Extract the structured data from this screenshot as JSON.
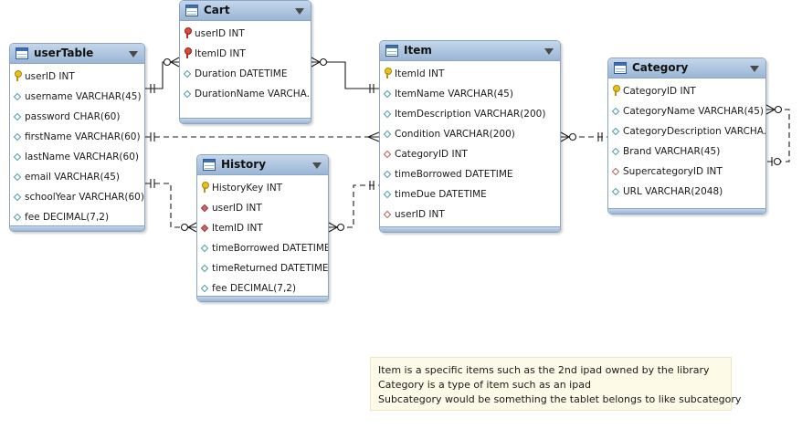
{
  "tables": [
    {
      "id": "userTable",
      "title": "userTable",
      "columns": [
        {
          "kind": "pk",
          "text": "userID INT"
        },
        {
          "kind": "attr",
          "text": "username VARCHAR(45)"
        },
        {
          "kind": "attr",
          "text": "password CHAR(60)"
        },
        {
          "kind": "attr",
          "text": "firstName VARCHAR(60)"
        },
        {
          "kind": "attr",
          "text": "lastName VARCHAR(60)"
        },
        {
          "kind": "attr",
          "text": "email VARCHAR(45)"
        },
        {
          "kind": "attr",
          "text": "schoolYear VARCHAR(60)"
        },
        {
          "kind": "attr",
          "text": "fee DECIMAL(7,2)"
        }
      ]
    },
    {
      "id": "Cart",
      "title": "Cart",
      "columns": [
        {
          "kind": "pkfk",
          "text": "userID INT"
        },
        {
          "kind": "pkfk",
          "text": "ItemID INT"
        },
        {
          "kind": "attr",
          "text": "Duration DATETIME"
        },
        {
          "kind": "attr",
          "text": "DurationName VARCHA..."
        }
      ]
    },
    {
      "id": "History",
      "title": "History",
      "columns": [
        {
          "kind": "pk",
          "text": "HistoryKey INT"
        },
        {
          "kind": "fk",
          "text": "userID INT"
        },
        {
          "kind": "fk",
          "text": "ItemID INT"
        },
        {
          "kind": "attr",
          "text": "timeBorrowed DATETIME"
        },
        {
          "kind": "attr",
          "text": "timeReturned DATETIME"
        },
        {
          "kind": "attr",
          "text": "fee DECIMAL(7,2)"
        }
      ]
    },
    {
      "id": "Item",
      "title": "Item",
      "columns": [
        {
          "kind": "pk",
          "text": "ItemId INT"
        },
        {
          "kind": "attr",
          "text": "ItemName VARCHAR(45)"
        },
        {
          "kind": "attr",
          "text": "ItemDescription VARCHAR(200)"
        },
        {
          "kind": "attr",
          "text": "Condition VARCHAR(200)"
        },
        {
          "kind": "fkattr",
          "text": "CategoryID INT"
        },
        {
          "kind": "attr",
          "text": "timeBorrowed DATETIME"
        },
        {
          "kind": "attr",
          "text": "timeDue DATETIME"
        },
        {
          "kind": "fkattr",
          "text": "userID INT"
        }
      ]
    },
    {
      "id": "Category",
      "title": "Category",
      "columns": [
        {
          "kind": "pk",
          "text": "CategoryID INT"
        },
        {
          "kind": "attr",
          "text": "CategoryName VARCHAR(45)"
        },
        {
          "kind": "attr",
          "text": "CategoryDescription VARCHA..."
        },
        {
          "kind": "attr",
          "text": "Brand VARCHAR(45)"
        },
        {
          "kind": "fkattr",
          "text": "SupercategoryID INT"
        },
        {
          "kind": "attr",
          "text": "URL VARCHAR(2048)"
        }
      ]
    }
  ],
  "relationships": [
    {
      "from": "userTable",
      "to": "Cart",
      "style": "solid",
      "from_end": "one-mandatory",
      "to_end": "many-optional"
    },
    {
      "from": "Cart",
      "to": "Item",
      "style": "solid",
      "from_end": "many-optional",
      "to_end": "one-mandatory"
    },
    {
      "from": "userTable",
      "to": "Item",
      "style": "dashed",
      "from_end": "one-mandatory",
      "to_end": "many"
    },
    {
      "from": "userTable",
      "to": "History",
      "style": "dashed",
      "from_end": "one-mandatory",
      "to_end": "many-optional"
    },
    {
      "from": "History",
      "to": "Item",
      "style": "dashed",
      "from_end": "many-optional",
      "to_end": "one-mandatory"
    },
    {
      "from": "Item",
      "to": "Category",
      "style": "dashed",
      "from_end": "many-optional",
      "to_end": "one-mandatory"
    },
    {
      "from": "Category",
      "to": "Category",
      "style": "dashed",
      "from_end": "many-optional",
      "to_end": "one-optional"
    }
  ],
  "note": {
    "lines": [
      "Item is a specific items such as the 2nd ipad owned by the library",
      "Category is a type of item such as an ipad",
      "Subcategory would be something the tablet belongs to like subcategory"
    ]
  },
  "colors": {
    "header_top": "#c4d6ea",
    "header_bottom": "#9ab6d6",
    "border": "#8aa6c4",
    "link": "#1a1a1a",
    "note_bg": "#fdfae8"
  }
}
